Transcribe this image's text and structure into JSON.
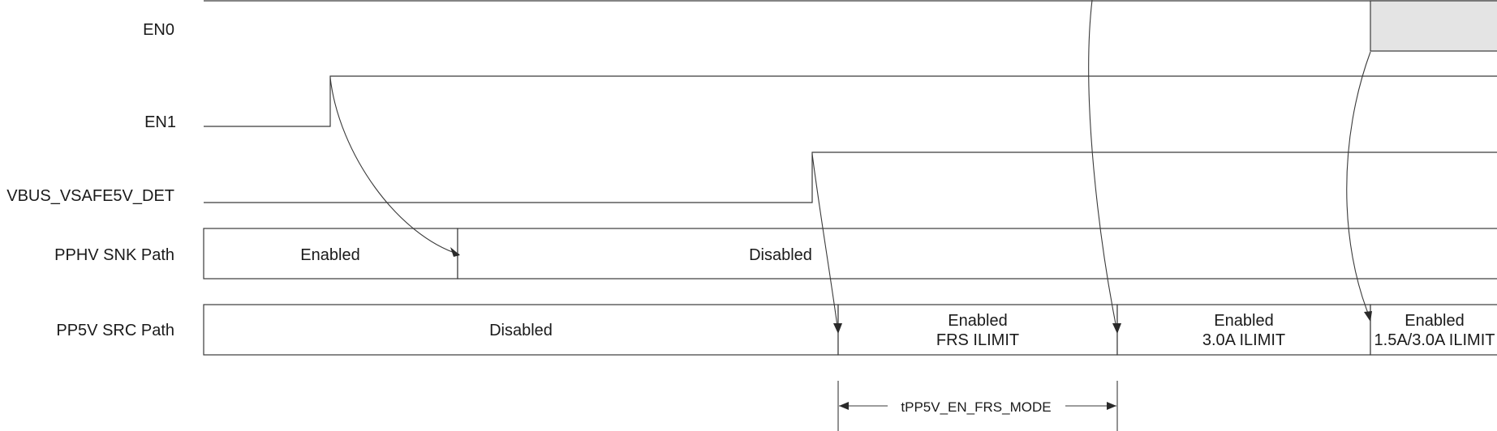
{
  "signals": {
    "en0": "EN0",
    "en1": "EN1",
    "vbus": "VBUS_VSAFE5V_DET",
    "pphv": "PPHV SNK Path",
    "pp5v": "PP5V SRC Path"
  },
  "pphv_states": {
    "enabled": "Enabled",
    "disabled": "Disabled"
  },
  "pp5v_states": {
    "disabled": "Disabled",
    "frs_line1": "Enabled",
    "frs_line2": "FRS ILIMIT",
    "ilimit3_line1": "Enabled",
    "ilimit3_line2": "3.0A ILIMIT",
    "ilimit15_line1": "Enabled",
    "ilimit15_line2": "1.5A/3.0A ILIMIT"
  },
  "timing": {
    "label": "tPP5V_EN_FRS_MODE"
  }
}
